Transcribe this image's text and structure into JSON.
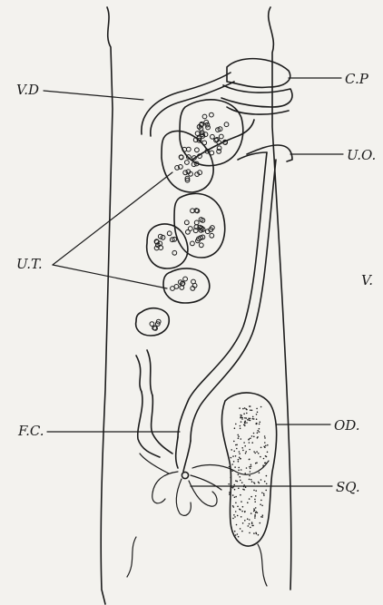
{
  "labels": {
    "vd": "V.D",
    "cp": "C.P",
    "uo": "U.O.",
    "ut": "U.T.",
    "v": "V.",
    "fc": "F.C.",
    "od": "OD.",
    "sq": "SQ."
  },
  "colors": {
    "ink": "#1c1c1c",
    "paper": "#f3f2ee"
  }
}
